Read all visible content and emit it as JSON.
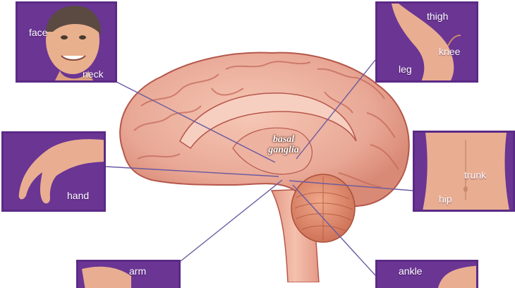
{
  "center_label": {
    "line1": "basal",
    "line2": "ganglia"
  },
  "body_parts": {
    "face": "face",
    "neck": "neck",
    "thigh": "thigh",
    "knee": "knee",
    "leg": "leg",
    "hand": "hand",
    "trunk": "trunk",
    "hip": "hip",
    "arm": "arm",
    "ankle": "ankle"
  },
  "colors": {
    "panel_border": "#5b2a86",
    "panel_background": "#6a3593",
    "brain_tissue": "#e9a896",
    "brain_outline": "#b5574b",
    "cerebellum": "#e08f72",
    "leader_line": "#6a5aa0"
  }
}
